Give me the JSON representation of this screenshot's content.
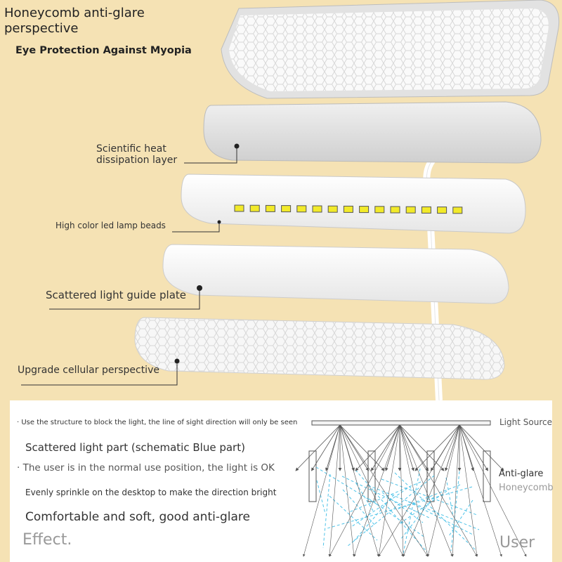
{
  "header": {
    "title": "Honeycomb anti-glare perspective",
    "subtitle": "Eye Protection Against Myopia"
  },
  "layers": {
    "heat": "Scientific heat dissipation layer",
    "beads": "High color led lamp beads",
    "guide": "Scattered light guide plate",
    "cellular": "Upgrade cellular perspective"
  },
  "panel": {
    "line1": "· Use the structure to block the light, the line of sight direction will only be seen",
    "line2": "Scattered light part (schematic Blue part)",
    "line3": "· The user is in the normal use position, the light is OK",
    "line4": "Evenly sprinkle on the desktop to make the direction bright",
    "line5": "Comfortable and soft, good anti-glare",
    "line6": "Effect."
  },
  "diagram": {
    "light_source": "Light Source",
    "anti_glare": "Anti-glare",
    "honeycomb": "Honeycomb",
    "user": "User"
  },
  "colors": {
    "background": "#f5e2b4",
    "led": "#f2ea2a",
    "scatter": "#4fc3e8",
    "rays": "#555555"
  }
}
